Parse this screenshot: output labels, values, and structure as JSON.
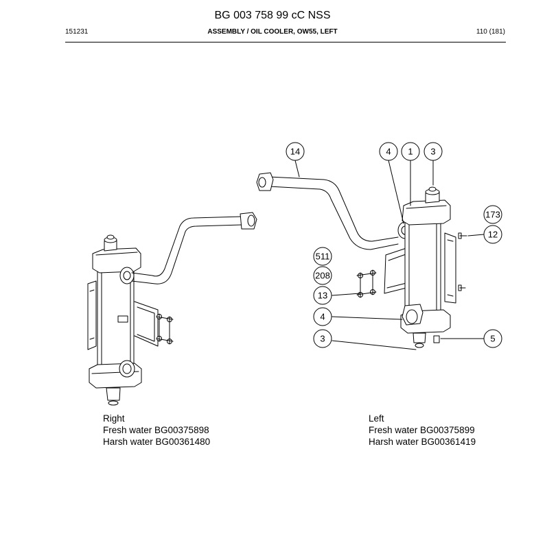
{
  "header": {
    "title": "BG 003 758 99 cC NSS",
    "left": "151231",
    "center": "ASSEMBLY / OIL COOLER, OW55, LEFT",
    "right": "110 (181)"
  },
  "callouts": [
    "14",
    "4",
    "1",
    "3",
    "173",
    "12",
    "511",
    "208",
    "13",
    "4",
    "3",
    "5"
  ],
  "captions": {
    "right": {
      "side": "Right",
      "fresh": "Fresh water BG00375898",
      "harsh": "Harsh water BG00361480"
    },
    "left": {
      "side": "Left",
      "fresh": "Fresh water BG00375899",
      "harsh": "Harsh water BG00361419"
    }
  }
}
